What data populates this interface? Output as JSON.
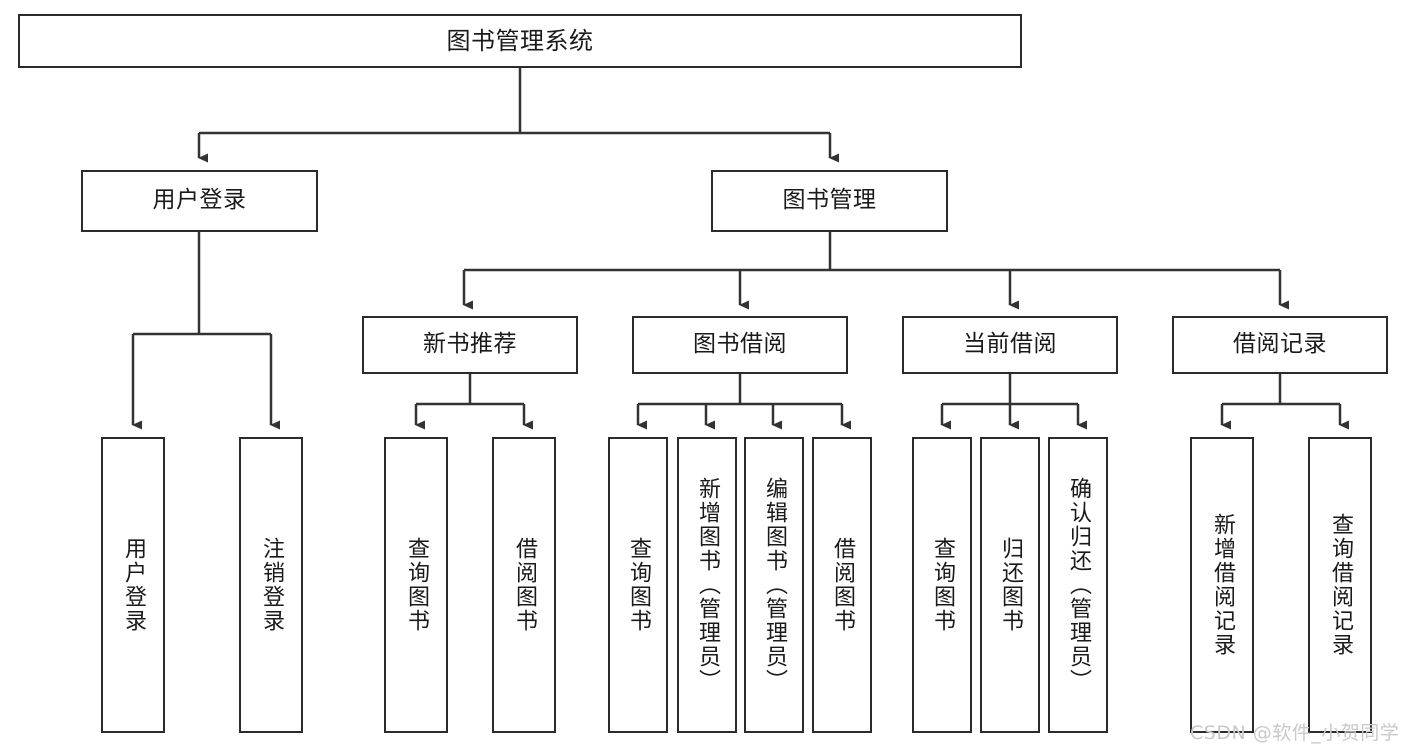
{
  "diagram": {
    "type": "tree-hierarchy",
    "title": "图书管理系统",
    "watermark": "CSDN @软件_小贺同学",
    "colors": {
      "box_border": "#2b2b2b",
      "box_fill": "#ffffff",
      "connector": "#333333",
      "text": "#1a1a1a",
      "watermark": "#c9c9c9",
      "background": "#ffffff"
    },
    "nodes": {
      "root": {
        "label": "图书管理系统",
        "level": 1
      },
      "level2": [
        {
          "id": "user-login",
          "label": "用户登录"
        },
        {
          "id": "book-manage",
          "label": "图书管理"
        }
      ],
      "level3": [
        {
          "id": "new-book-recommend",
          "label": "新书推荐"
        },
        {
          "id": "book-borrow",
          "label": "图书借阅"
        },
        {
          "id": "current-borrow",
          "label": "当前借阅"
        },
        {
          "id": "borrow-record",
          "label": "借阅记录"
        }
      ],
      "leaves": {
        "user_login": [
          {
            "id": "leaf-user-login",
            "label": "用户登录"
          },
          {
            "id": "leaf-user-logout",
            "label": "注销登录"
          }
        ],
        "new_book_recommend": [
          {
            "id": "leaf-query-book-1",
            "label": "查询图书"
          },
          {
            "id": "leaf-borrow-book-1",
            "label": "借阅图书"
          }
        ],
        "book_borrow": [
          {
            "id": "leaf-query-book-2",
            "label": "查询图书"
          },
          {
            "id": "leaf-add-book",
            "label": "新增图书（管理员）"
          },
          {
            "id": "leaf-edit-book",
            "label": "编辑图书（管理员）"
          },
          {
            "id": "leaf-borrow-book-2",
            "label": "借阅图书"
          }
        ],
        "current_borrow": [
          {
            "id": "leaf-query-book-3",
            "label": "查询图书"
          },
          {
            "id": "leaf-return-book",
            "label": "归还图书"
          },
          {
            "id": "leaf-confirm-return",
            "label": "确认归还（管理员）"
          }
        ],
        "borrow_record": [
          {
            "id": "leaf-add-record",
            "label": "新增借阅记录"
          },
          {
            "id": "leaf-query-record",
            "label": "查询借阅记录"
          }
        ]
      }
    }
  }
}
